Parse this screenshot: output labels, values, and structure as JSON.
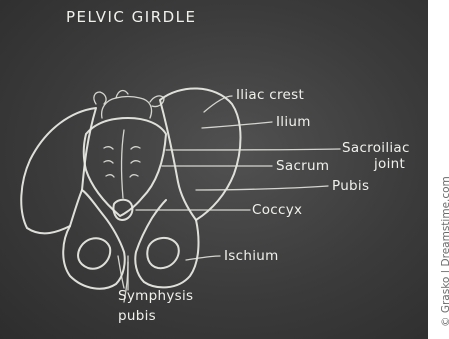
{
  "title": "PELVIC GIRDLE",
  "labels": {
    "iliac_crest": "Iliac crest",
    "ilium": "Ilium",
    "sacroiliac": "Sacroiliac",
    "joint": "joint",
    "sacrum": "Sacrum",
    "pubis": "Pubis",
    "coccyx": "Coccyx",
    "ischium": "Ischium",
    "symphysis": "Symphysis",
    "symphysis_pubis": "pubis"
  },
  "credit": "© Grasko | Dreamstime.com"
}
